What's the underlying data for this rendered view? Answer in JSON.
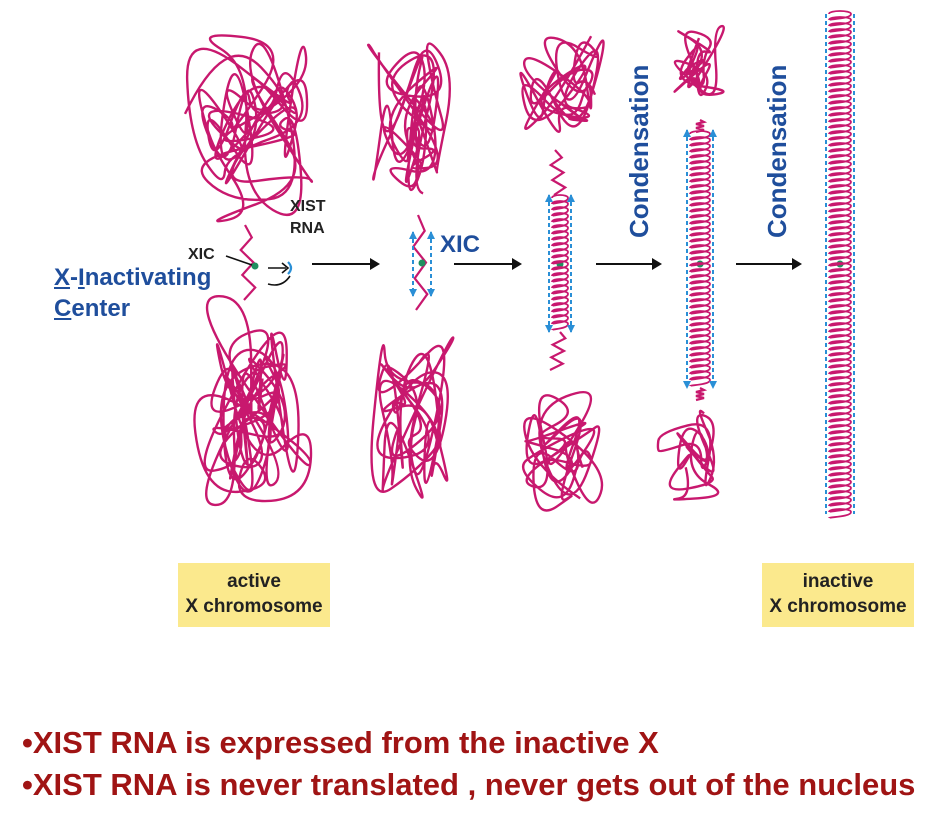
{
  "labels": {
    "xic_center_letter1": "X",
    "xic_center_rest1": "-",
    "xic_center_letter2": "I",
    "xic_center_rest2": "nactivating",
    "xic_center_letter3": "C",
    "xic_center_rest3": "enter",
    "xic_small": "XIC",
    "xist_line1": "XIST",
    "xist_line2": "RNA",
    "xic_blue": "XIC",
    "condensation_1": "Condensation",
    "condensation_2": "Condensation",
    "active_line1": "active",
    "active_line2": "X chromosome",
    "inactive_line1": "inactive",
    "inactive_line2": "X chromosome"
  },
  "bullets": [
    "•XIST  RNA is expressed from the inactive X",
    "•XIST RNA is never translated , never gets out of the nucleus"
  ],
  "colors": {
    "chromatin": "#c8186e",
    "xist_rna": "#2a8fd6",
    "xic_dot": "#1f8f5f",
    "label_bg": "#fbe98d",
    "title_blue": "#1f4e9c",
    "bullet_red": "#a01414"
  }
}
